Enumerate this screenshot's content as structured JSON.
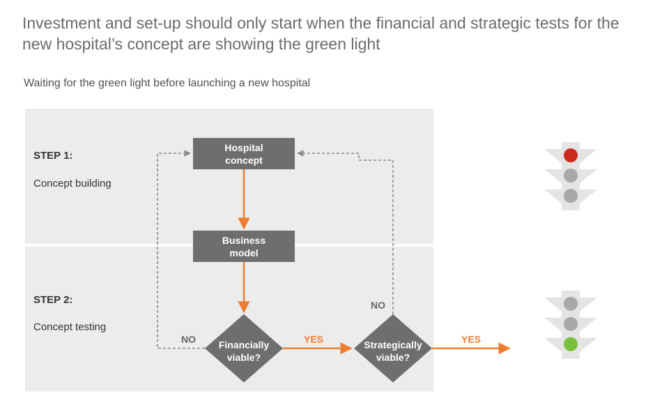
{
  "headline": "Investment and set-up should only start when the financial and strategic tests for the new hospital’s concept are showing the green light",
  "subheadline": "Waiting for the green light before launching a new hospital",
  "steps": [
    {
      "title": "STEP 1:",
      "desc": "Concept building"
    },
    {
      "title": "STEP 2:",
      "desc": "Concept testing"
    }
  ],
  "boxes": {
    "hospital_concept": "Hospital concept",
    "business_model": "Business model"
  },
  "decisions": {
    "financially_viable": "Financially viable?",
    "strategically_viable": "Strategically viable?"
  },
  "edges": {
    "fin_no": "NO",
    "fin_yes": "YES",
    "strat_no": "NO",
    "strat_yes": "YES"
  },
  "traffic_lights": [
    {
      "lit": "red",
      "lit_color": "#cc2a1e",
      "off_color": "#a8a8a8"
    },
    {
      "lit": "green",
      "lit_color": "#78c03a",
      "off_color": "#a8a8a8"
    }
  ],
  "colors": {
    "accent": "#ed7d31",
    "box": "#6e6e6e",
    "panel": "#ececec",
    "dashed": "#888888"
  }
}
